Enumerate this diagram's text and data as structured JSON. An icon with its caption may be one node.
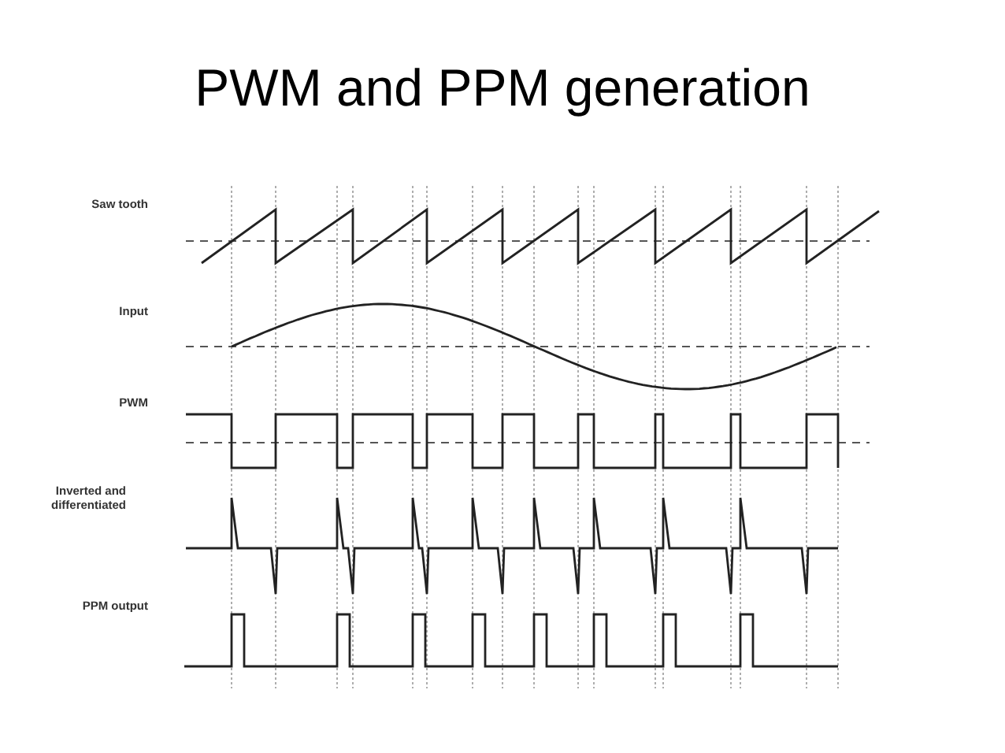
{
  "diagram": {
    "title": "PWM and PPM generation",
    "labels": [
      "Saw tooth",
      "Input",
      "PWM",
      "Inverted and differentiated",
      "PPM output"
    ]
  }
}
